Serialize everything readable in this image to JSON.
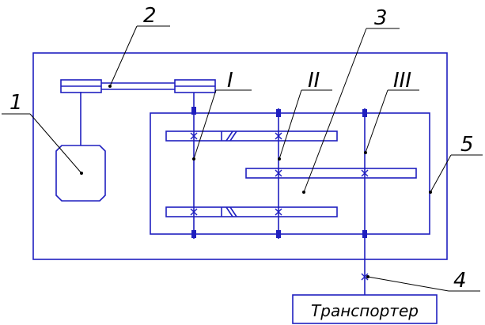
{
  "labels": {
    "belt_drive": "2",
    "motor": "1",
    "gearbox": "3",
    "coupling": "4",
    "frame": "5",
    "shaft_1": "I",
    "shaft_2": "II",
    "shaft_3": "III",
    "conveyor": "Транспортер"
  },
  "colors": {
    "mechanism": "#1f1fbf",
    "leader": "#000000",
    "background": "#ffffff"
  }
}
